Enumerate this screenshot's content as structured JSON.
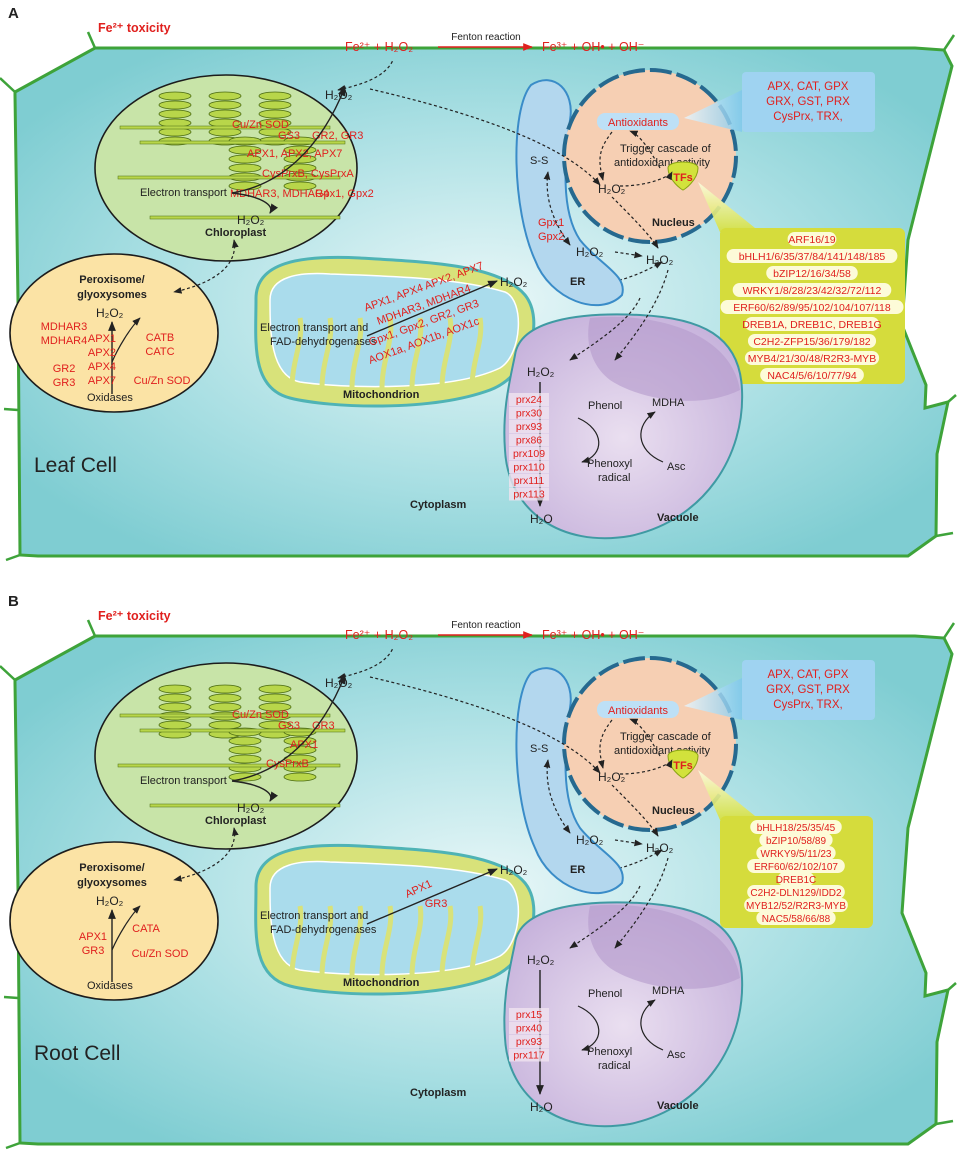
{
  "panels": [
    {
      "letter": "A",
      "cell_label": "Leaf Cell",
      "toxicity": "Fe²⁺ toxicity",
      "fenton": "Fenton reaction",
      "eq_left": "Fe²⁺ + H₂O₂",
      "eq_right": "Fe³⁺ + OH• + OH⁻",
      "h2o2": "H₂O₂",
      "h2o": "H₂O",
      "chloroplast": {
        "title": "Chloroplast",
        "electron": "Electron transport",
        "enzymes": [
          "Cu/Zn SOD",
          "GS3",
          "GR2, GR3",
          "APX1, APX2, APX7",
          "CysPrxB, CysPrxA",
          "MDHAR3, MDHAR4",
          "Gpx1, Gpx2"
        ]
      },
      "peroxisome": {
        "title1": "Peroxisome/",
        "title2": "glyoxysomes",
        "oxidases": "Oxidases",
        "col1": [
          "MDHAR3",
          "MDHAR4",
          "",
          "GR2",
          "GR3"
        ],
        "col2": [
          "APX1",
          "APX2",
          "APX4",
          "APX7"
        ],
        "col3": [
          "CATB",
          "CATC",
          "",
          "Cu/Zn SOD"
        ]
      },
      "mito": {
        "title": "Mitochondrion",
        "text1": "Electron transport and",
        "text2": "FAD-dehydrogenases",
        "enzymes": [
          "APX1, APX4 APX2, APX7",
          "MDHAR3, MDHAR4",
          "Gpx1, Gpx2, GR2, GR3",
          "AOX1a, AOX1b, AOX1c"
        ]
      },
      "er": {
        "title": "ER",
        "ss": "S-S",
        "enzymes": [
          "Gpx1",
          "Gpx2"
        ]
      },
      "nucleus": {
        "title": "Nucleus",
        "antioxidants": "Antioxidants",
        "trigger1": "Trigger cascade of",
        "trigger2": "antidoxidant activity",
        "tfs": "TFs"
      },
      "antiox_box": [
        "APX, CAT, GPX",
        "GRX, GST, PRX",
        "CysPrx, TRX,"
      ],
      "tf_box": [
        "ARF16/19",
        "bHLH1/6/35/37/84/141/148/185",
        "bZIP12/16/34/58",
        "WRKY1/8/28/23/42/32/72/112",
        "ERF60/62/89/95/102/104/107/118",
        "DREB1A, DREB1C, DREB1G",
        "C2H2-ZFP15/36/179/182",
        "MYB4/21/30/48/R2R3-MYB",
        "NAC4/5/6/10/77/94"
      ],
      "vacuole": {
        "title": "Vacuole",
        "phenol": "Phenol",
        "phenoxyl1": "Phenoxyl",
        "phenoxyl2": "radical",
        "mdha": "MDHA",
        "asc": "Asc",
        "prx": [
          "prx24",
          "prx30",
          "prx93",
          "prx86",
          "prx109",
          "prx110",
          "prx111",
          "prx113"
        ]
      },
      "cytoplasm": "Cytoplasm"
    },
    {
      "letter": "B",
      "cell_label": "Root Cell",
      "toxicity": "Fe²⁺ toxicity",
      "fenton": "Fenton reaction",
      "eq_left": "Fe²⁺ + H₂O₂",
      "eq_right": "Fe³⁺ + OH• + OH⁻",
      "h2o2": "H₂O₂",
      "h2o": "H₂O",
      "chloroplast": {
        "title": "Chloroplast",
        "electron": "Electron transport",
        "enzymes": [
          "Cu/Zn SOD",
          "GS3",
          "GR3",
          "APX1",
          "CysPrxB"
        ]
      },
      "peroxisome": {
        "title1": "Peroxisome/",
        "title2": "glyoxysomes",
        "oxidases": "Oxidases",
        "col1": [
          "APX1",
          "GR3"
        ],
        "col2": [],
        "col3": [
          "CATA",
          "Cu/Zn SOD"
        ]
      },
      "mito": {
        "title": "Mitochondrion",
        "text1": "Electron transport and",
        "text2": "FAD-dehydrogenases",
        "enzymes": [
          "APX1",
          "GR3"
        ]
      },
      "er": {
        "title": "ER",
        "ss": "S-S",
        "enzymes": []
      },
      "nucleus": {
        "title": "Nucleus",
        "antioxidants": "Antioxidants",
        "trigger1": "Trigger cascade of",
        "trigger2": "antidoxidant activity",
        "tfs": "TFs"
      },
      "antiox_box": [
        "APX, CAT, GPX",
        "GRX, GST, PRX",
        "CysPrx, TRX,"
      ],
      "tf_box": [
        "bHLH18/25/35/45",
        "bZIP10/58/89",
        "WRKY9/5/11/23",
        "ERF60/62/102/107",
        "DREB1C",
        "C2H2-DLN129/IDD2",
        "MYB12/52/R2R3-MYB",
        "NAC5/58/66/88"
      ],
      "vacuole": {
        "title": "Vacuole",
        "phenol": "Phenol",
        "phenoxyl1": "Phenoxyl",
        "phenoxyl2": "radical",
        "mdha": "MDHA",
        "asc": "Asc",
        "prx": [
          "prx15",
          "prx40",
          "prx93",
          "prx117"
        ]
      },
      "cytoplasm": "Cytoplasm"
    }
  ]
}
